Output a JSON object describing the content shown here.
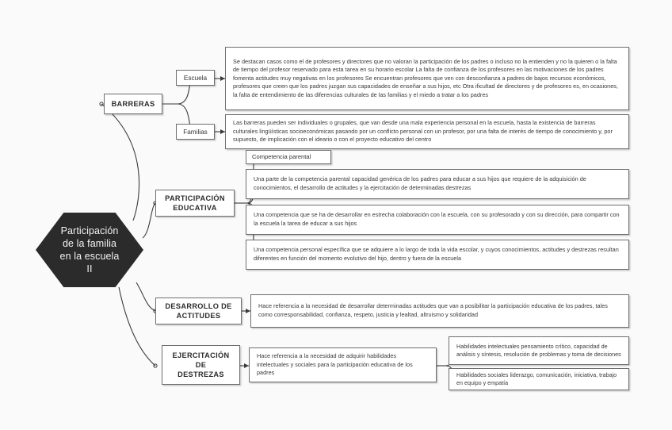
{
  "diagram": {
    "title": "Participación de la familia en la escuela II",
    "type": "mind-map",
    "background_color": "#fafafa",
    "central_node_color": "#2b2b2b",
    "central_text_color": "#f2f2f2",
    "node_border_color": "#6e6e6e",
    "node_fill_color": "#ffffff"
  },
  "central": {
    "label": "Participación\nde la familia\nen la escuela\nII"
  },
  "branches": {
    "barreras": {
      "label": "BARRERAS",
      "children": {
        "escuela": {
          "label": "Escuela",
          "body": "Se destacan casos como el de profesores y directores que no valoran la participación de los padres o incluso no la entienden y no la quieren o la falta de tiempo del profesor reservado para esta tarea en su horario escolar La falta de confianza de los profesores en las motivaciones de los padres fomenta actitudes muy negativas en los profesores Se encuentran profesores que ven con desconfianza a padres de bajos recursos económicos, profesores que creen que los padres juzgan sus capacidades de enseñar a sus hijos, etc Otra ificultad de directores y de profesores es, en ocasiones, la falta de entendimiento de las diferencias culturales de las familias y el miedo a tratar a los padres"
        },
        "familias": {
          "label": "Familias",
          "body": "Las barreras pueden ser individuales o grupales, que van desde una mala experiencia personal en la escuela, hasta la existencia de barreras culturales lingüísticas socioeconómicas pasando por un conflicto personal con un profesor, por una falta de interés de tiempo de conocimiento y, por supuesto, de implicación con el ideario o con el proyecto educativo del centro"
        }
      }
    },
    "participacion_educativa": {
      "label": "PARTICIPACIÓN\nEDUCATIVA",
      "tag": "Competencia parental",
      "items": [
        "Una parte de la competencia parental capacidad genérica de los padres para educar a sus hijos que requiere de la adquisición de conocimientos, el desarrollo de actitudes y la ejercitación de determinadas destrezas",
        "Una competencia que se ha de desarrollar en estrecha colaboración con la escuela, con su profesorado y con su dirección, para compartir con la escuela la tarea de educar a sus hijos",
        "Una competencia personal específica que se adquiere a lo largo de toda la vida escolar, y cuyos conocimientos, actitudes y destrezas resultan diferentes en función del momento evolutivo del hijo, dentro y fuera de la escuela"
      ]
    },
    "desarrollo_actitudes": {
      "label": "DESARROLLO DE\nACTITUDES",
      "body": "Hace referencia a la necesidad de desarrollar determinadas actitudes que van a posibilitar la participación educativa de los padres, tales como corresponsabilidad, confianza, respeto, justicia y lealtad, altruismo y solidaridad"
    },
    "ejercitacion_destrezas": {
      "label": "EJERCITACIÓN\nDE\nDESTREZAS",
      "body": "Hace referencia a la necesidad de adquirir habilidades intelectuales y sociales para la participación educativa de los padres",
      "items": [
        "Habilidades intelectuales pensamiento crítico, capacidad de análisis y síntesis, resolución de problemas y toma de decisiones",
        "Habilidades sociales liderazgo, comunicación, iniciativa, trabajo en equipo y empatía"
      ]
    }
  }
}
